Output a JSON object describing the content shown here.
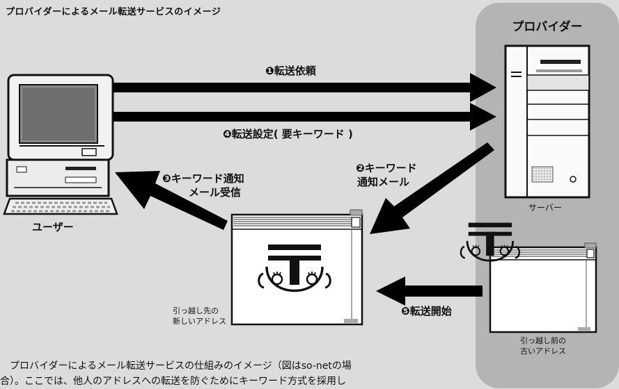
{
  "title": "プロバイダーによるメール転送サービスのイメージ",
  "provider": {
    "title": "プロバイダー",
    "server_label": "サーバー",
    "old_address_label": [
      "引っ越し前の",
      "古いアドレス"
    ]
  },
  "user_label": "ユーザー",
  "new_address_label": [
    "引っ越し先の",
    "新しいアドレス"
  ],
  "steps": {
    "step1": "❶転送依頼",
    "step2": [
      "❷キーワード",
      "通知メール"
    ],
    "step3": [
      "❸キーワード通知",
      "メール受信"
    ],
    "step4": "❹転送設定( 要キーワード )",
    "step5": "❺転送開始"
  },
  "caption": [
    "　プロバイダーによるメール転送サービスの仕組みのイメージ（図はso-netの場",
    "合）。ここでは、他人のアドレスへの転送を防ぐためにキーワード方式を採用し"
  ]
}
